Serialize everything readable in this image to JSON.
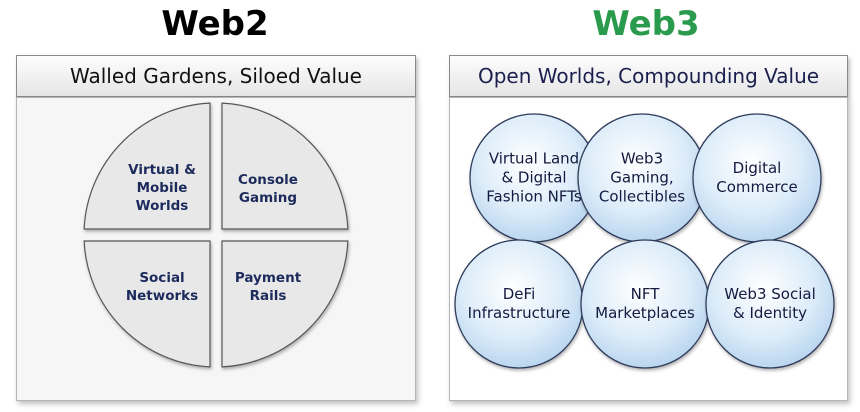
{
  "web2": {
    "title": "Web2",
    "header": "Walled Gardens, Siloed Value",
    "quadrants": [
      {
        "lines": [
          "Virtual &",
          "Mobile",
          "Worlds"
        ]
      },
      {
        "lines": [
          "Console",
          "Gaming"
        ]
      },
      {
        "lines": [
          "Social",
          "Networks"
        ]
      },
      {
        "lines": [
          "Payment",
          "Rails"
        ]
      }
    ]
  },
  "web3": {
    "title": "Web3",
    "title_color": "#2a9a4c",
    "header": "Open Worlds, Compounding Value",
    "bubbles": [
      {
        "lines": [
          "Virtual Land",
          "& Digital",
          "Fashion NFTs"
        ]
      },
      {
        "lines": [
          "Web3",
          "Gaming,",
          "Collectibles"
        ]
      },
      {
        "lines": [
          "Digital",
          "Commerce"
        ]
      },
      {
        "lines": [
          "DeFi",
          "Infrastructure"
        ]
      },
      {
        "lines": [
          "NFT",
          "Marketplaces"
        ]
      },
      {
        "lines": [
          "Web3 Social",
          "& Identity"
        ]
      }
    ]
  }
}
